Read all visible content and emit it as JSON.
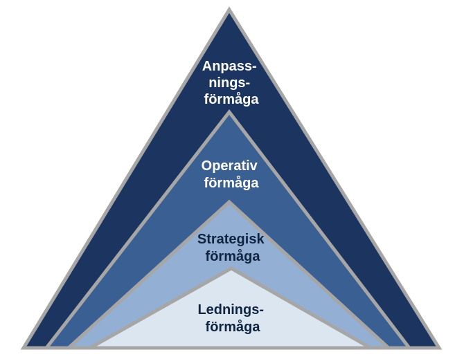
{
  "colors": {
    "outline": "#a6a6a6",
    "layer_1_fill": "#1b3560",
    "layer_2_fill": "#3a5f93",
    "layer_3_fill": "#93afd3",
    "layer_4_fill": "#dce6f1",
    "label_light": "#ffffff",
    "label_dark": "#0f2440"
  },
  "layers": [
    {
      "lines": [
        "Anpass-",
        "nings-",
        "förmåga"
      ]
    },
    {
      "lines": [
        "Operativ",
        "förmåga"
      ]
    },
    {
      "lines": [
        "Strategisk",
        "förmåga"
      ]
    },
    {
      "lines": [
        "Lednings-",
        "förmåga"
      ]
    }
  ]
}
